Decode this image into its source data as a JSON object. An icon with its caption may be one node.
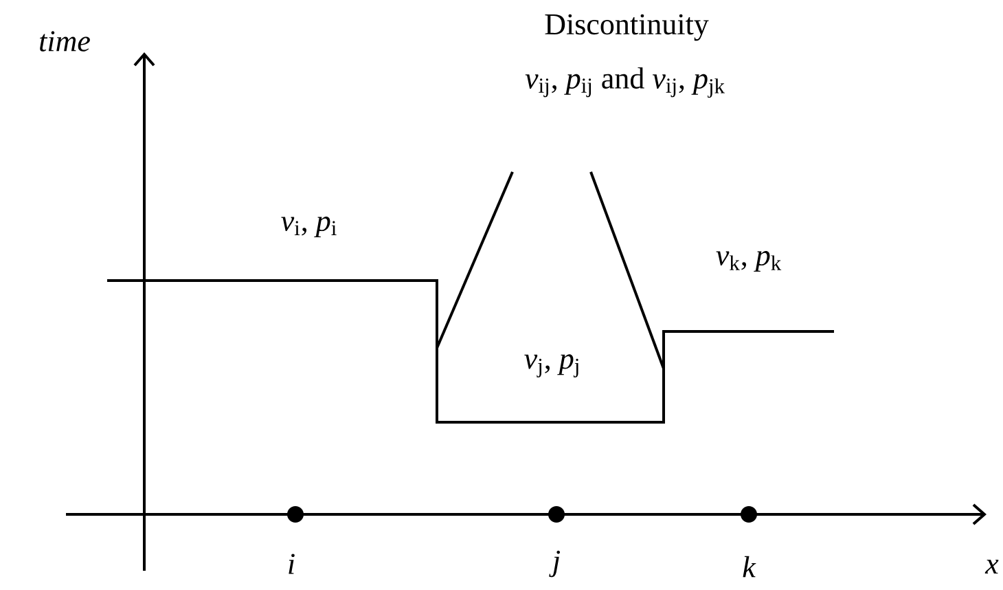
{
  "diagram": {
    "labels": [
      "*time*",
      "Discontinuity",
      "*v*$_{ij}$, *p*$_{ij}$ and *v*$_{ij}$, *p*$_{jk}$",
      "*v*$_{i}$, *p*$_{i}$",
      "*v*$_{k}$, *p*$_{k}$",
      "*v*$_{j}$, *p*$_{j}$",
      "*i*",
      "*j*",
      "*k*",
      "*x*"
    ]
  }
}
